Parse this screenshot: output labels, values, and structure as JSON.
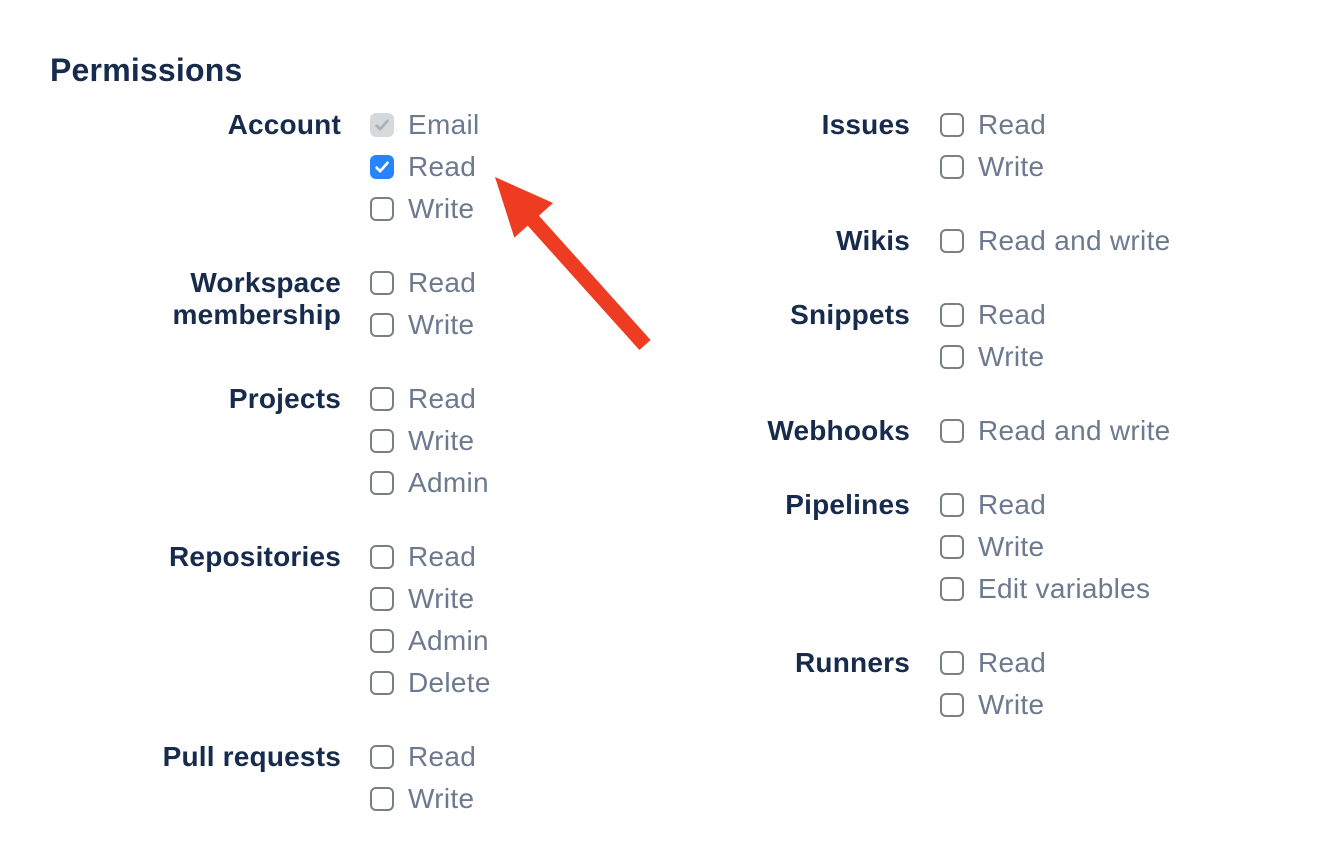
{
  "page": {
    "title": "Permissions"
  },
  "colors": {
    "heading_text": "#172B4D",
    "group_label_text": "#172B4D",
    "option_label_text": "#6C798F",
    "checkbox_border": "#7A7F87",
    "checkbox_checked_fill": "#2684FF",
    "checkbox_disabled_fill": "#D6D9DC",
    "checkbox_disabled_check": "#A9B0B8",
    "arrow": "#EE3C23",
    "background": "#FFFFFF"
  },
  "columns": [
    {
      "groups": [
        {
          "label": "Account",
          "options": [
            {
              "label": "Email",
              "checked": true,
              "disabled": true
            },
            {
              "label": "Read",
              "checked": true,
              "disabled": false
            },
            {
              "label": "Write",
              "checked": false,
              "disabled": false
            }
          ]
        },
        {
          "label": "Workspace membership",
          "options": [
            {
              "label": "Read",
              "checked": false,
              "disabled": false
            },
            {
              "label": "Write",
              "checked": false,
              "disabled": false
            }
          ]
        },
        {
          "label": "Projects",
          "options": [
            {
              "label": "Read",
              "checked": false,
              "disabled": false
            },
            {
              "label": "Write",
              "checked": false,
              "disabled": false
            },
            {
              "label": "Admin",
              "checked": false,
              "disabled": false
            }
          ]
        },
        {
          "label": "Repositories",
          "options": [
            {
              "label": "Read",
              "checked": false,
              "disabled": false
            },
            {
              "label": "Write",
              "checked": false,
              "disabled": false
            },
            {
              "label": "Admin",
              "checked": false,
              "disabled": false
            },
            {
              "label": "Delete",
              "checked": false,
              "disabled": false
            }
          ]
        },
        {
          "label": "Pull requests",
          "options": [
            {
              "label": "Read",
              "checked": false,
              "disabled": false
            },
            {
              "label": "Write",
              "checked": false,
              "disabled": false
            }
          ]
        }
      ]
    },
    {
      "groups": [
        {
          "label": "Issues",
          "options": [
            {
              "label": "Read",
              "checked": false,
              "disabled": false
            },
            {
              "label": "Write",
              "checked": false,
              "disabled": false
            }
          ]
        },
        {
          "label": "Wikis",
          "options": [
            {
              "label": "Read and write",
              "checked": false,
              "disabled": false
            }
          ]
        },
        {
          "label": "Snippets",
          "options": [
            {
              "label": "Read",
              "checked": false,
              "disabled": false
            },
            {
              "label": "Write",
              "checked": false,
              "disabled": false
            }
          ]
        },
        {
          "label": "Webhooks",
          "options": [
            {
              "label": "Read and write",
              "checked": false,
              "disabled": false
            }
          ]
        },
        {
          "label": "Pipelines",
          "options": [
            {
              "label": "Read",
              "checked": false,
              "disabled": false
            },
            {
              "label": "Write",
              "checked": false,
              "disabled": false
            },
            {
              "label": "Edit variables",
              "checked": false,
              "disabled": false
            }
          ]
        },
        {
          "label": "Runners",
          "options": [
            {
              "label": "Read",
              "checked": false,
              "disabled": false
            },
            {
              "label": "Write",
              "checked": false,
              "disabled": false
            }
          ]
        }
      ]
    }
  ]
}
